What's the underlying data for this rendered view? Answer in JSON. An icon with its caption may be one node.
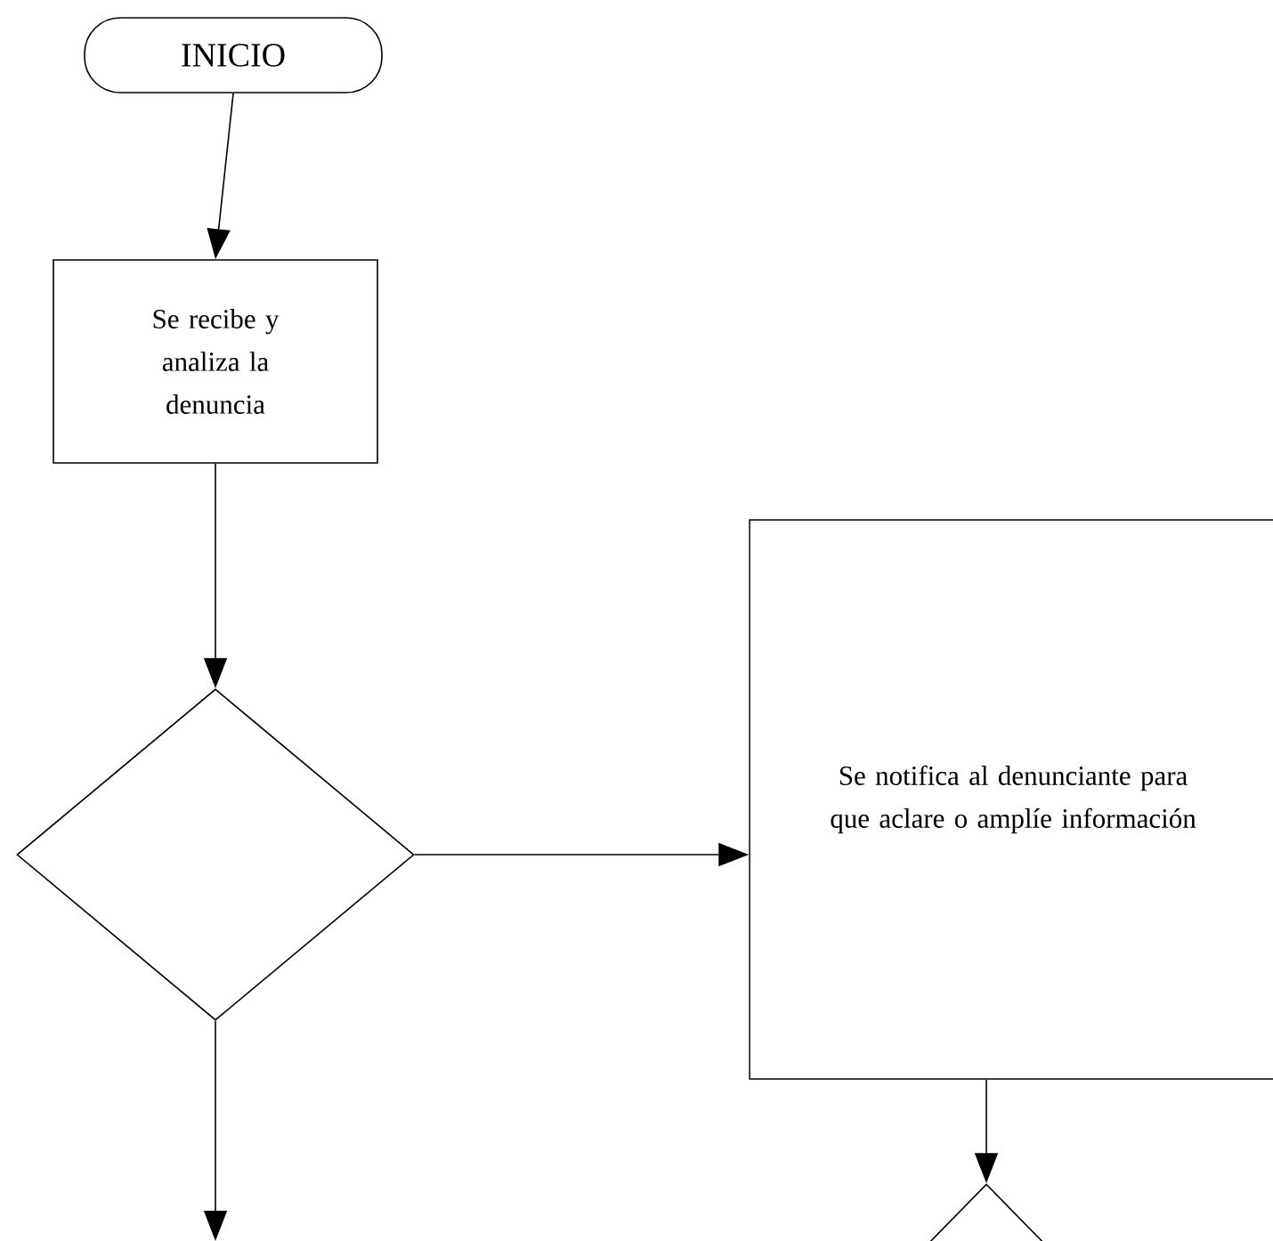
{
  "diagram": {
    "nodes": [
      {
        "text": [
          "INICIO"
        ]
      },
      {
        "text": [
          "Se recibe y analiza la denuncia"
        ]
      },
      {
        "text": [],
        "shape": "diamond"
      },
      {
        "text": [
          "Se notifica al denunciante para que aclare o amplíe información"
        ]
      },
      {
        "text": [],
        "shape": "diamond"
      }
    ],
    "edges": [
      {
        "from": 0,
        "to": 1,
        "arrow": "to"
      },
      {
        "from": 1,
        "to": 2,
        "arrow": "to"
      },
      {
        "from": 2,
        "to": 3,
        "arrow": "to"
      },
      {
        "from": 3,
        "to": 4,
        "arrow": "to"
      },
      {
        "from": 2,
        "to": null,
        "arrow": "to"
      }
    ]
  }
}
